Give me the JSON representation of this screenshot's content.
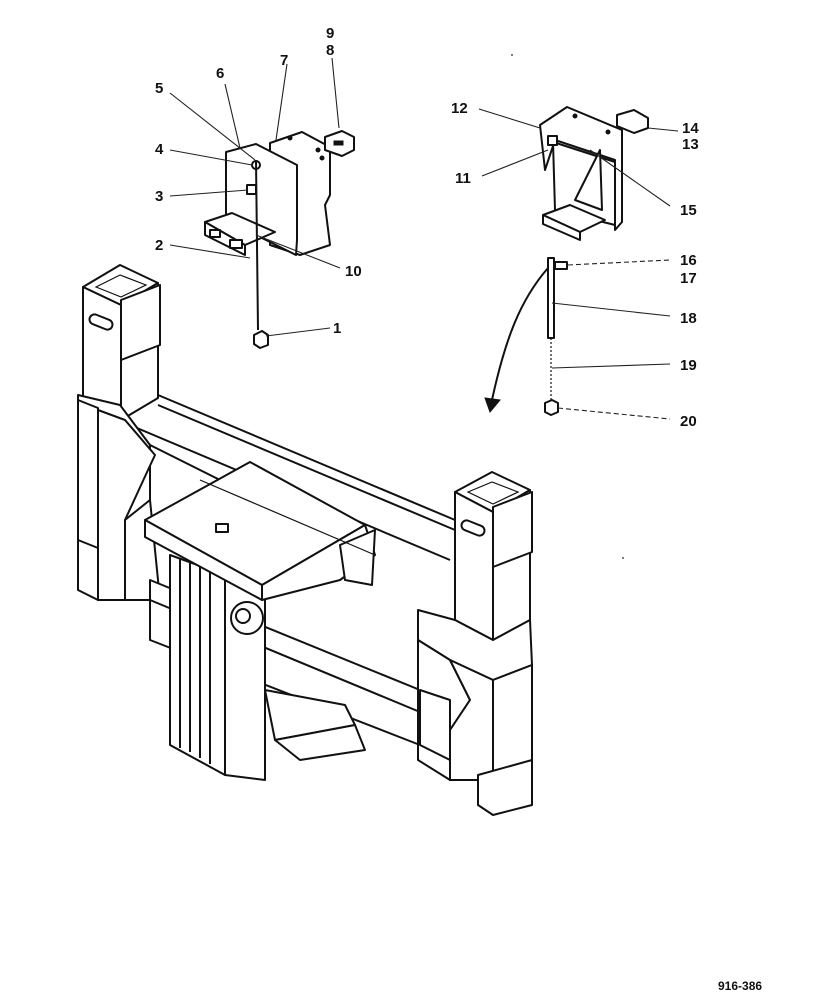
{
  "drawing_code": "916-386",
  "callouts": [
    "1",
    "2",
    "3",
    "4",
    "5",
    "6",
    "7",
    "8",
    "9",
    "10",
    "11",
    "12",
    "13",
    "14",
    "15",
    "16",
    "17",
    "18",
    "19",
    "20"
  ]
}
